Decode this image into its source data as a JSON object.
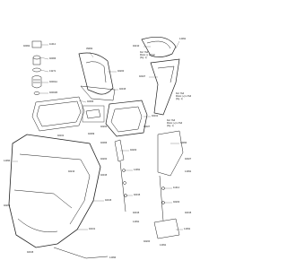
{
  "labels": {
    "pn_92062": "92062",
    "pn_11012": "11012",
    "pn_92066": "92066",
    "pn_13271": "13271",
    "pn_92001a": "92001A",
    "pn_92001b": "92001B",
    "pn_92066b": "92066",
    "pn_39062": "39062",
    "pn_92200": "92200",
    "pn_92015": "92015",
    "pn_92210": "92210",
    "pn_14091": "14091",
    "pn_92027": "92027",
    "pn_92161": "92161",
    "pn_92200b": "92200",
    "pn_14091b": "14091",
    "pn_92015b": "92015",
    "pn_14090": "14090",
    "pn_11012b": "11012",
    "pn_92200c": "92200",
    "pn_14091c": "14091",
    "pn_92015c": "92015",
    "pn_92161b": "92161",
    "pn_14090b": "14090",
    "pn_92069": "92069",
    "pn_92200d": "92200",
    "pn_92066c": "92066",
    "pn_92200e": "92200",
    "pn_92015d": "92015",
    "pn_92161c": "92161",
    "pn_92210b": "92210",
    "pn_92015e": "92015",
    "pn_14091d": "14091",
    "pn_92027b": "92027",
    "pn_92027c": "92027",
    "pn_14091e": "14091",
    "pn_92015f": "92015",
    "pn_92200f": "92200",
    "pn_14091f": "14091",
    "pn_14090c": "14090",
    "pn_92015g": "92015",
    "pn_92200g": "92200",
    "ref_top": "Ref. Hull\nMotor (-) to Hull\n(Fig. 1)",
    "ref_mid": "Ref. Hull\nMotor (+) to Hull\n(Fig. 1)",
    "ref_bot": "Ref. Hull\nMotor (+) to Hull\n(Fig. 1)"
  }
}
